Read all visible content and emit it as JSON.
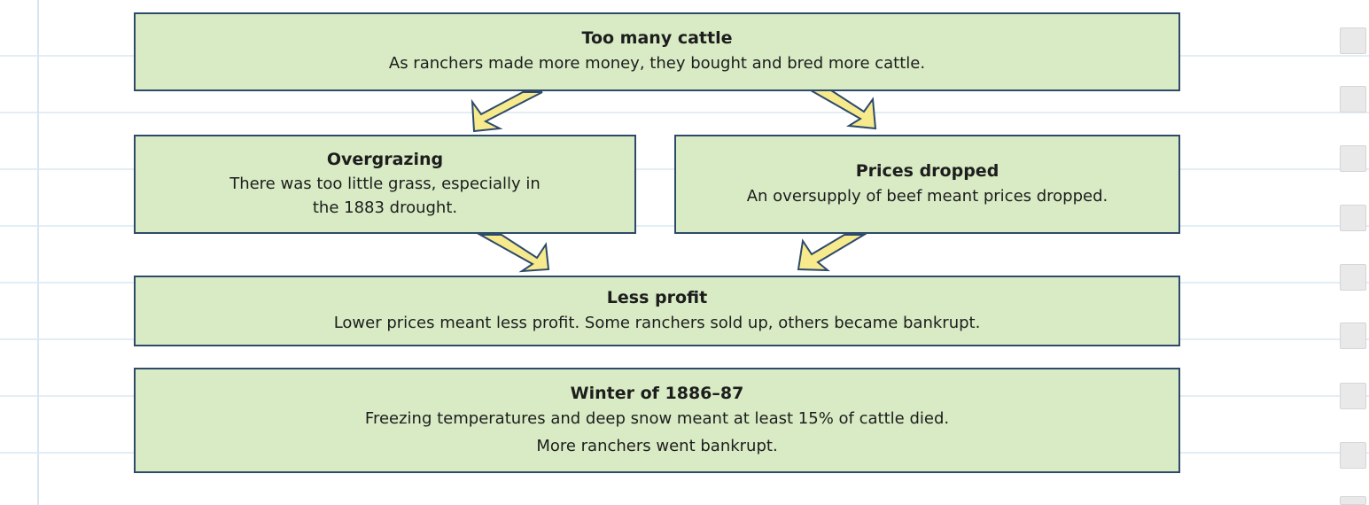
{
  "boxes": {
    "too_many_cattle": {
      "title": "Too many cattle",
      "desc": "As ranchers made more money, they bought and bred more cattle."
    },
    "overgrazing": {
      "title": "Overgrazing",
      "desc_line1": "There was too little grass, especially in",
      "desc_line2": "the 1883 drought."
    },
    "prices_dropped": {
      "title": "Prices dropped",
      "desc": "An oversupply of beef meant prices dropped."
    },
    "less_profit": {
      "title": "Less profit",
      "desc": "Lower prices meant less profit. Some ranchers sold up, others became bankrupt."
    },
    "winter": {
      "title": "Winter of 1886–87",
      "desc_line1": "Freezing temperatures and deep snow meant at least 15% of cattle died.",
      "desc_line2": "More ranchers went bankrupt."
    }
  },
  "colors": {
    "box_fill": "#d8ebc4",
    "box_border": "#2e4a6b",
    "arrow_fill": "#f6ea8c"
  },
  "arrows": [
    {
      "from": "too_many_cattle",
      "to": "overgrazing",
      "icon": "down-left-arrow"
    },
    {
      "from": "too_many_cattle",
      "to": "prices_dropped",
      "icon": "down-right-arrow"
    },
    {
      "from": "overgrazing",
      "to": "less_profit",
      "icon": "down-right-arrow"
    },
    {
      "from": "prices_dropped",
      "to": "less_profit",
      "icon": "down-left-arrow"
    }
  ],
  "checkboxes": [
    {
      "checked": false
    },
    {
      "checked": false
    },
    {
      "checked": false
    },
    {
      "checked": false
    },
    {
      "checked": false
    },
    {
      "checked": false
    },
    {
      "checked": false
    },
    {
      "checked": false
    }
  ]
}
